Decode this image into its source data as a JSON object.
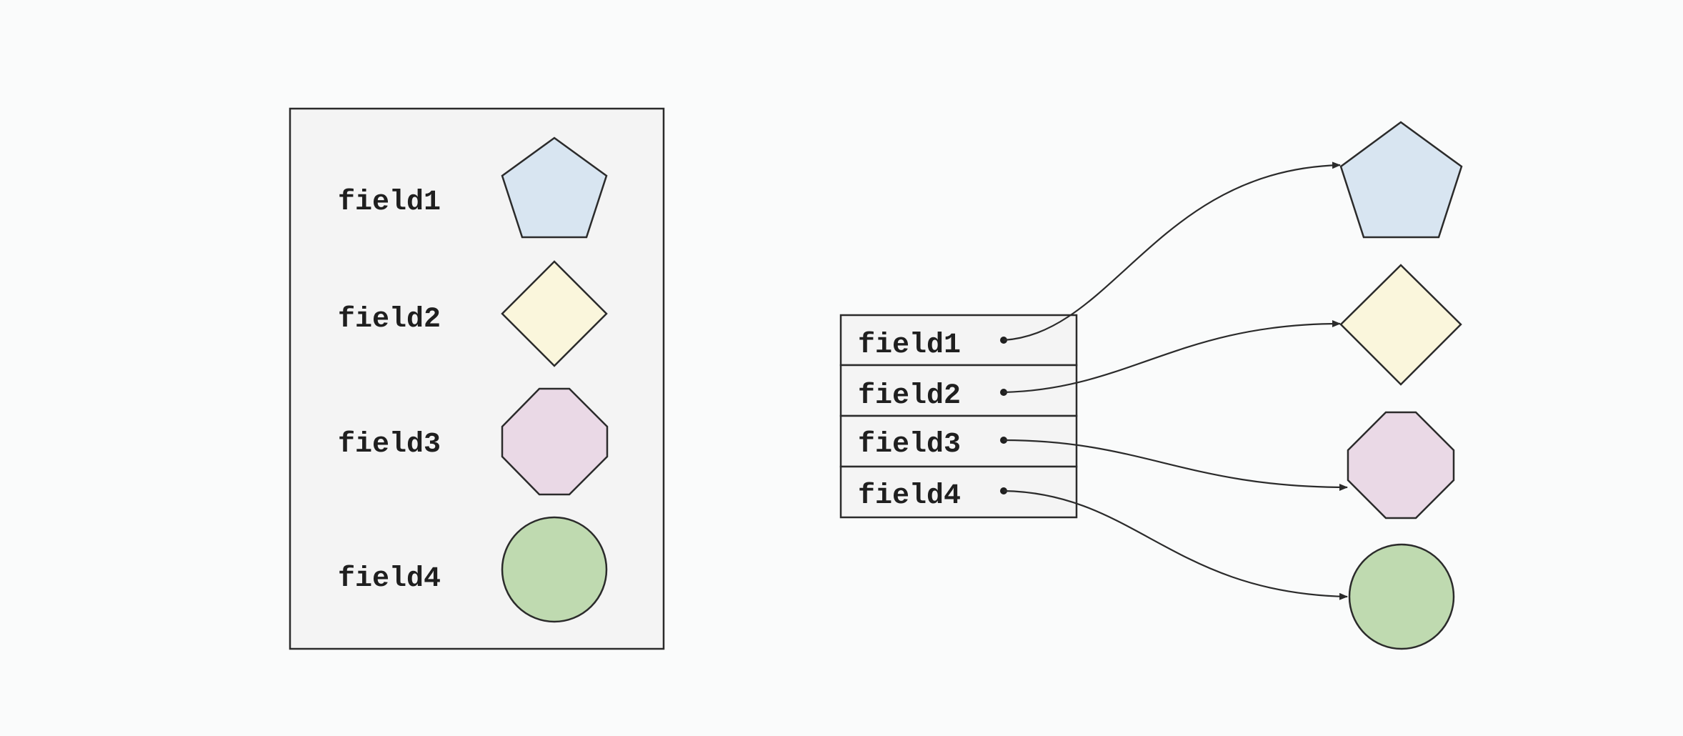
{
  "colors": {
    "background": "#fafbfb",
    "panel_fill": "#f4f4f4",
    "outline": "#2b2b2b",
    "pentagon_fill": "#d8e5f1",
    "diamond_fill": "#faf6dc",
    "octagon_fill": "#ead9e6",
    "circle_fill": "#bfdab0"
  },
  "inline_struct": {
    "fields": [
      {
        "label": "field1",
        "shape": "pentagon-icon"
      },
      {
        "label": "field2",
        "shape": "diamond-icon"
      },
      {
        "label": "field3",
        "shape": "octagon-icon"
      },
      {
        "label": "field4",
        "shape": "circle-icon"
      }
    ]
  },
  "pointer_struct": {
    "fields": [
      {
        "label": "field1",
        "target": "pentagon-icon"
      },
      {
        "label": "field2",
        "target": "diamond-icon"
      },
      {
        "label": "field3",
        "target": "octagon-icon"
      },
      {
        "label": "field4",
        "target": "circle-icon"
      }
    ]
  }
}
